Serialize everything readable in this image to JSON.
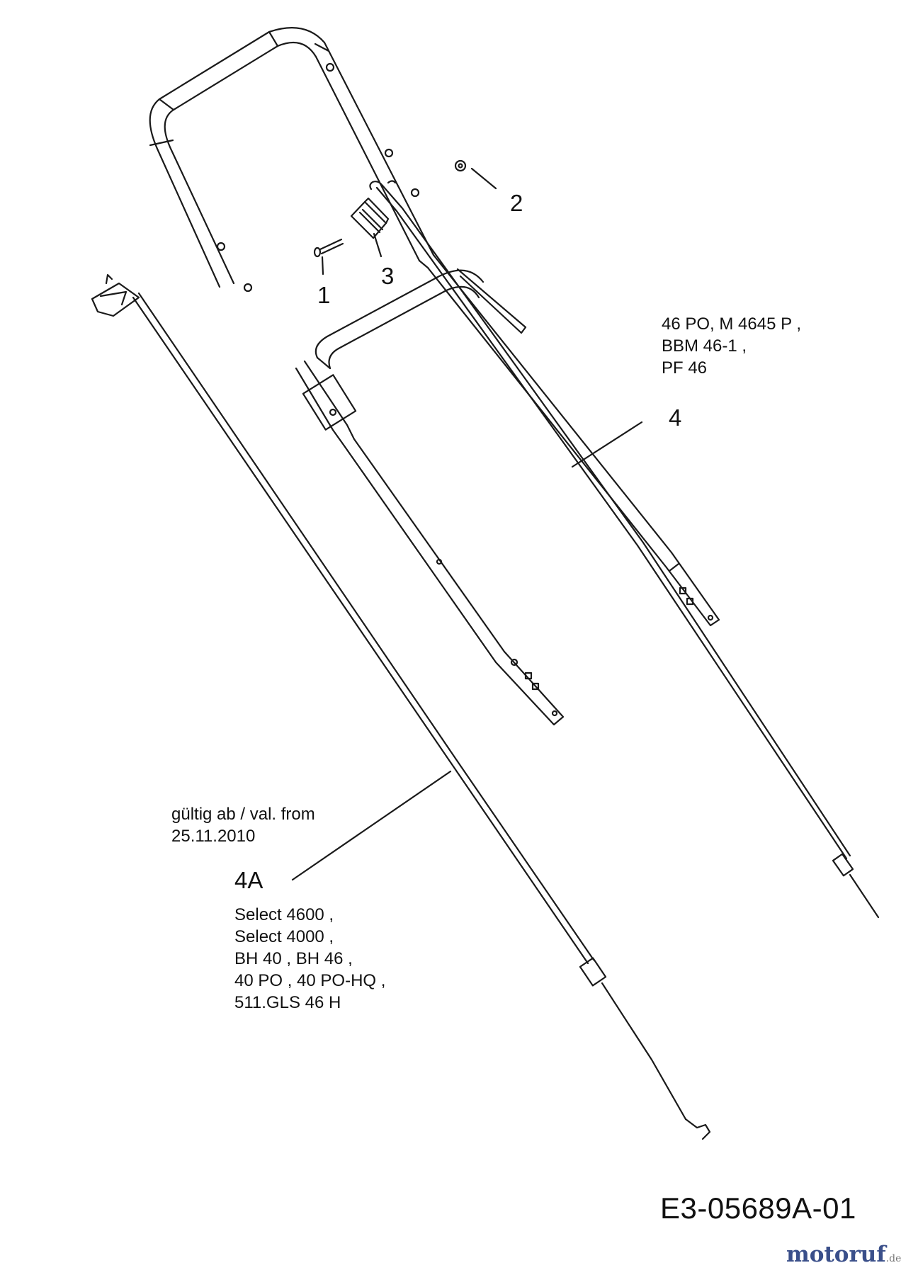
{
  "colors": {
    "line": "#1a1a1a",
    "watermark": "#3a4f8a"
  },
  "parts": [
    {
      "id": "part-1",
      "label": "1"
    },
    {
      "id": "part-2",
      "label": "2"
    },
    {
      "id": "part-3",
      "label": "3"
    },
    {
      "id": "part-4",
      "label": "4"
    },
    {
      "id": "part-4a",
      "label": "4A"
    }
  ],
  "notes": {
    "part_4_models": [
      "46 PO,  M 4645 P ,",
      "BBM 46-1 ,",
      "PF 46"
    ],
    "valid_from": [
      "gültig ab / val. from",
      "25.11.2010"
    ],
    "part_4a_models": [
      "Select 4600 ,",
      "Select 4000 ,",
      "BH 40 , BH 46 ,",
      "40 PO ,  40 PO-HQ ,",
      "511.GLS 46 H"
    ]
  },
  "drawing_code": "E3-05689A-01",
  "watermark": {
    "brand": "motoruf",
    "tld": ".de"
  }
}
